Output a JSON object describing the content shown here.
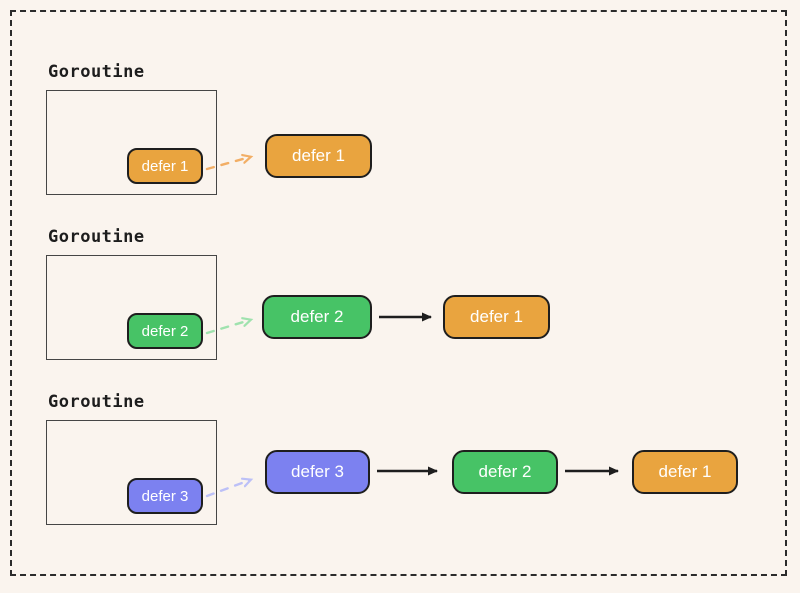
{
  "frame": {
    "style": "dashed",
    "border_color": "#2b2b2b"
  },
  "colors": {
    "background": "#faf4ee",
    "node_border": "#1e1e1e",
    "goroutine_box_border": "#454545",
    "orange": "#e9a43f",
    "green": "#47c366",
    "purple": "#7c81f0",
    "solid_arrow": "#1e1e1e",
    "dashed_arrow_orange": "#f2ae65",
    "dashed_arrow_green": "#9fe2ae",
    "dashed_arrow_purple": "#bcc0f7",
    "node_text": "#ffffff",
    "label_text": "#1d1d1d"
  },
  "rows": [
    {
      "label": "Goroutine",
      "badge": {
        "label": "defer 1",
        "color": "orange"
      },
      "nodes": [
        {
          "label": "defer 1",
          "color": "orange"
        }
      ]
    },
    {
      "label": "Goroutine",
      "badge": {
        "label": "defer 2",
        "color": "green"
      },
      "nodes": [
        {
          "label": "defer 2",
          "color": "green"
        },
        {
          "label": "defer 1",
          "color": "orange"
        }
      ]
    },
    {
      "label": "Goroutine",
      "badge": {
        "label": "defer 3",
        "color": "purple"
      },
      "nodes": [
        {
          "label": "defer 3",
          "color": "purple"
        },
        {
          "label": "defer 2",
          "color": "green"
        },
        {
          "label": "defer 1",
          "color": "orange"
        }
      ]
    }
  ]
}
